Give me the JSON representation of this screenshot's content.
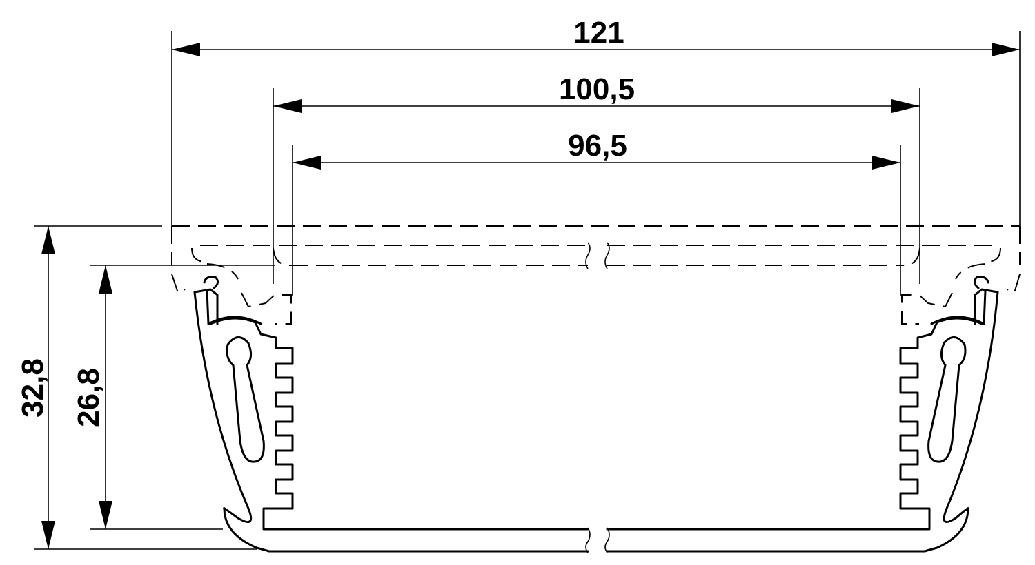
{
  "drawing": {
    "dimensions": {
      "overall_width": "121",
      "outer_width": "100,5",
      "inner_width": "96,5",
      "overall_height": "32,8",
      "inner_height": "26,8"
    }
  }
}
